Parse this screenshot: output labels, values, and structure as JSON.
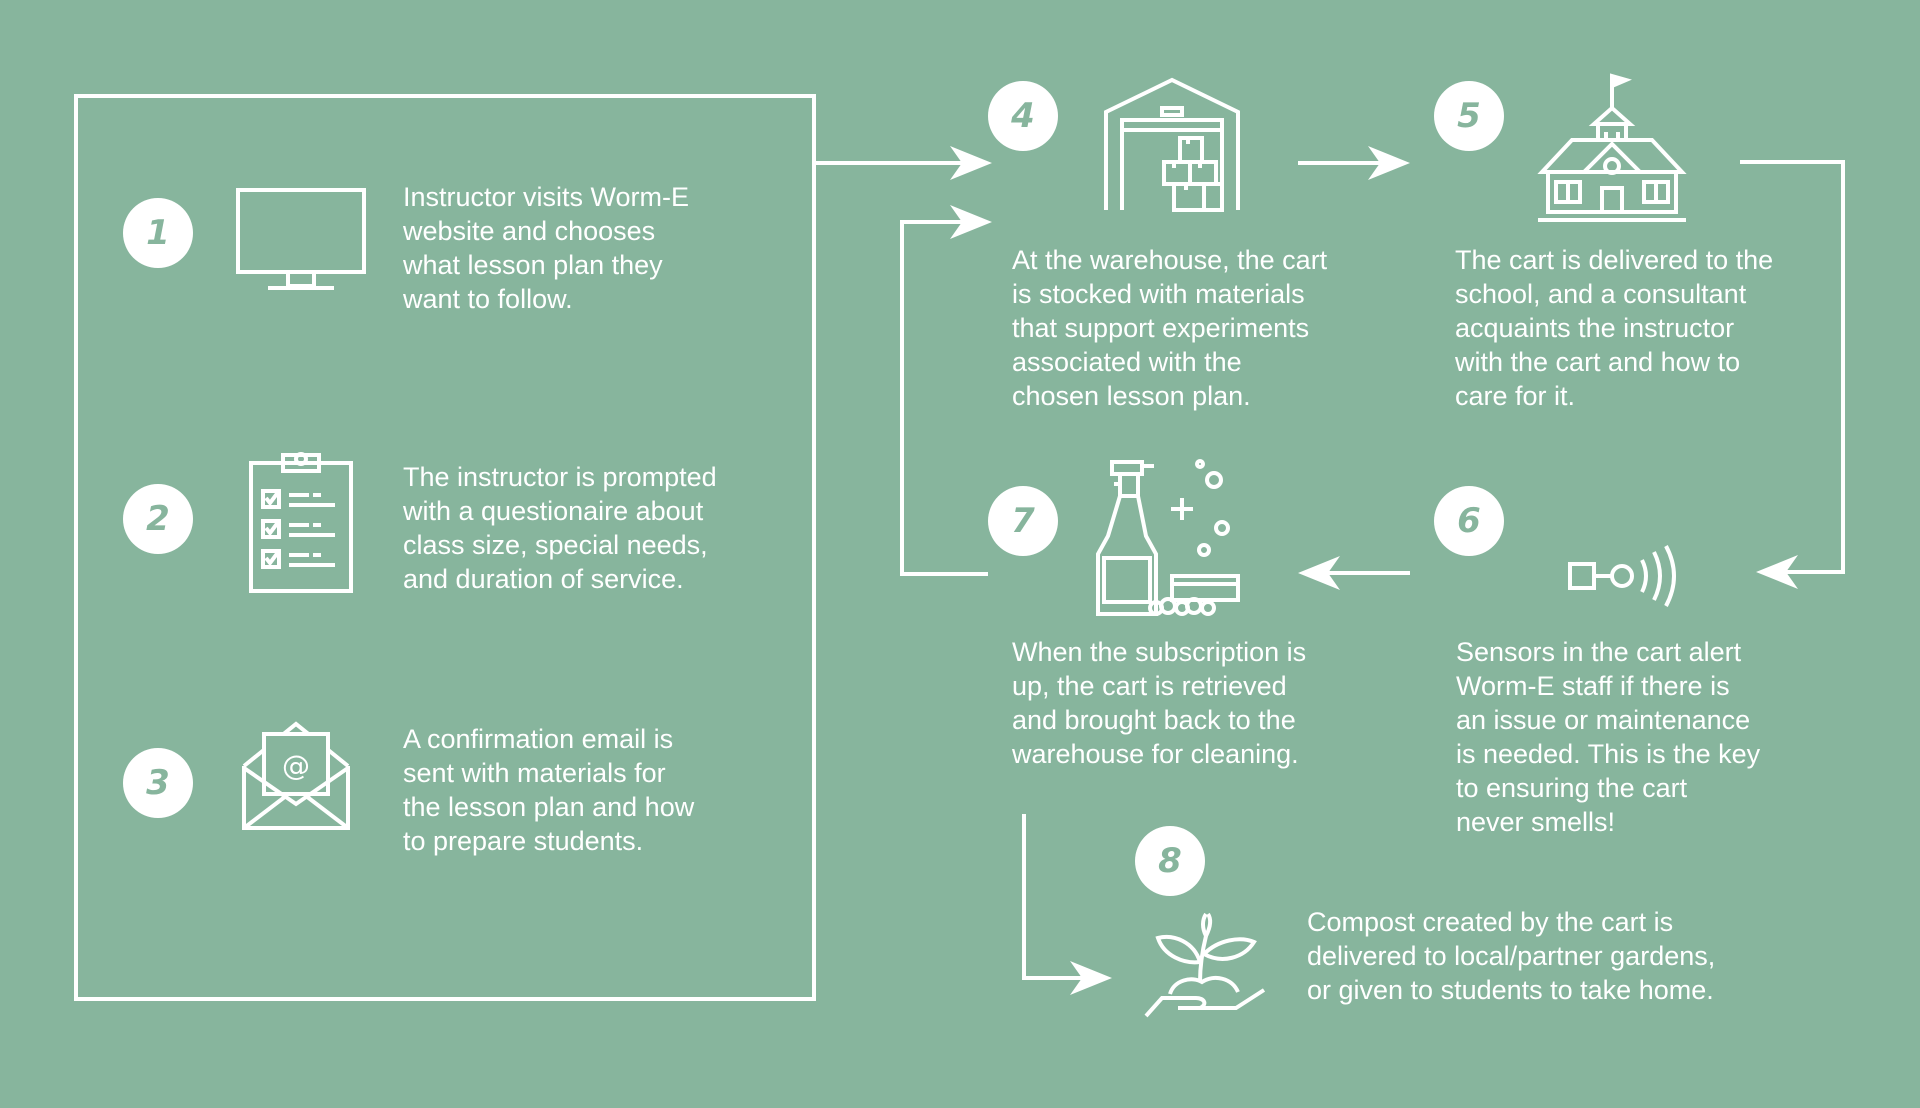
{
  "colors": {
    "background": "#87b59d",
    "foreground": "#ffffff"
  },
  "steps": [
    {
      "number": "1",
      "icon": "computer-monitor-icon",
      "text": "Instructor visits Worm-E\nwebsite and chooses\nwhat lesson plan they\nwant to follow."
    },
    {
      "number": "2",
      "icon": "clipboard-checklist-icon",
      "text": "The instructor is prompted\nwith a questionaire about\nclass size, special needs,\nand duration of service."
    },
    {
      "number": "3",
      "icon": "email-envelope-icon",
      "text": "A confirmation email is\nsent with materials for\nthe lesson plan and how\nto prepare students."
    },
    {
      "number": "4",
      "icon": "warehouse-icon",
      "text": "At the warehouse, the cart\nis stocked with materials\nthat support experiments\nassociated with the\nchosen lesson plan."
    },
    {
      "number": "5",
      "icon": "school-building-icon",
      "text": "The cart is delivered to the\nschool, and a consultant\nacquaints the instructor\nwith the cart and how to\ncare for it."
    },
    {
      "number": "6",
      "icon": "sensor-signal-icon",
      "text": "Sensors in the cart alert\nWorm-E staff if there is\nan issue or maintenance\nis needed. This is the key\nto ensuring the cart\nnever smells!"
    },
    {
      "number": "7",
      "icon": "cleaning-spray-icon",
      "text": "When the subscription is\nup, the cart is retrieved\nand brought back to the\nwarehouse for cleaning."
    },
    {
      "number": "8",
      "icon": "sprout-hand-icon",
      "text": "Compost created by the cart is\ndelivered to local/partner gardens,\nor given to students to take home."
    }
  ]
}
